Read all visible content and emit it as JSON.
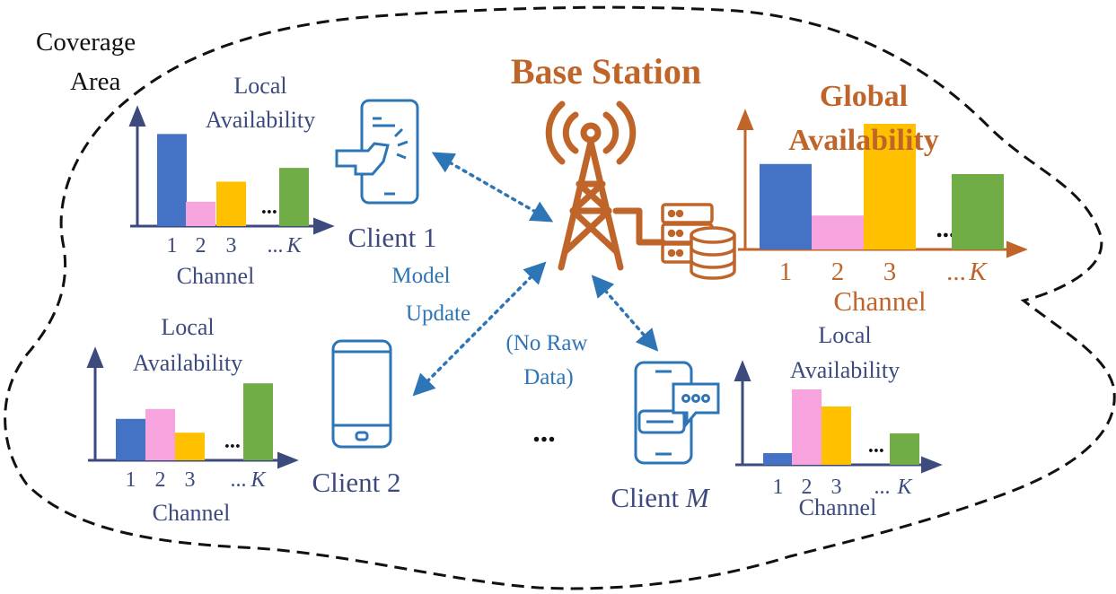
{
  "coverage": {
    "line1": "Coverage",
    "line2": "Area"
  },
  "base_station": {
    "title": "Base Station"
  },
  "message": {
    "model_update_line1": "Model",
    "model_update_line2": "Update",
    "no_raw_line1": "(No Raw",
    "no_raw_line2": "Data)"
  },
  "clients": {
    "c1": {
      "name": "Client 1"
    },
    "c2": {
      "name": "Client 2"
    },
    "cm": {
      "name_prefix": "Client ",
      "name_var": "M"
    },
    "ellipsis": "..."
  },
  "colors": {
    "ch1": "#4472c4",
    "ch2": "#f7a3de",
    "ch3": "#ffc000",
    "chK": "#70ad47",
    "client_text": "#3d4a7e",
    "global_text": "#c0652a",
    "arrow": "#2e75b6"
  },
  "chart_data": [
    {
      "type": "bar",
      "title_line1": "Local",
      "title_line2": "Availability",
      "categories": [
        "1",
        "2",
        "3",
        "...",
        "K"
      ],
      "values": [
        0.87,
        0.23,
        0.42,
        null,
        0.55
      ],
      "xlabel": "Channel"
    },
    {
      "type": "bar",
      "title_line1": "Local",
      "title_line2": "Availability",
      "categories": [
        "1",
        "2",
        "3",
        "...",
        "K"
      ],
      "values": [
        0.42,
        0.52,
        0.28,
        null,
        0.78
      ],
      "xlabel": "Channel"
    },
    {
      "type": "bar",
      "title_line1": "Local",
      "title_line2": "Availability",
      "categories": [
        "1",
        "2",
        "3",
        "...",
        "K"
      ],
      "values": [
        0.13,
        0.84,
        0.65,
        null,
        0.35
      ],
      "xlabel": "Channel"
    },
    {
      "type": "bar",
      "title_line1": "Global",
      "title_line2": "Availability",
      "categories": [
        "1",
        "2",
        "3",
        "...",
        "K"
      ],
      "values": [
        0.68,
        0.27,
        1.0,
        null,
        0.6
      ],
      "xlabel": "Channel"
    }
  ]
}
